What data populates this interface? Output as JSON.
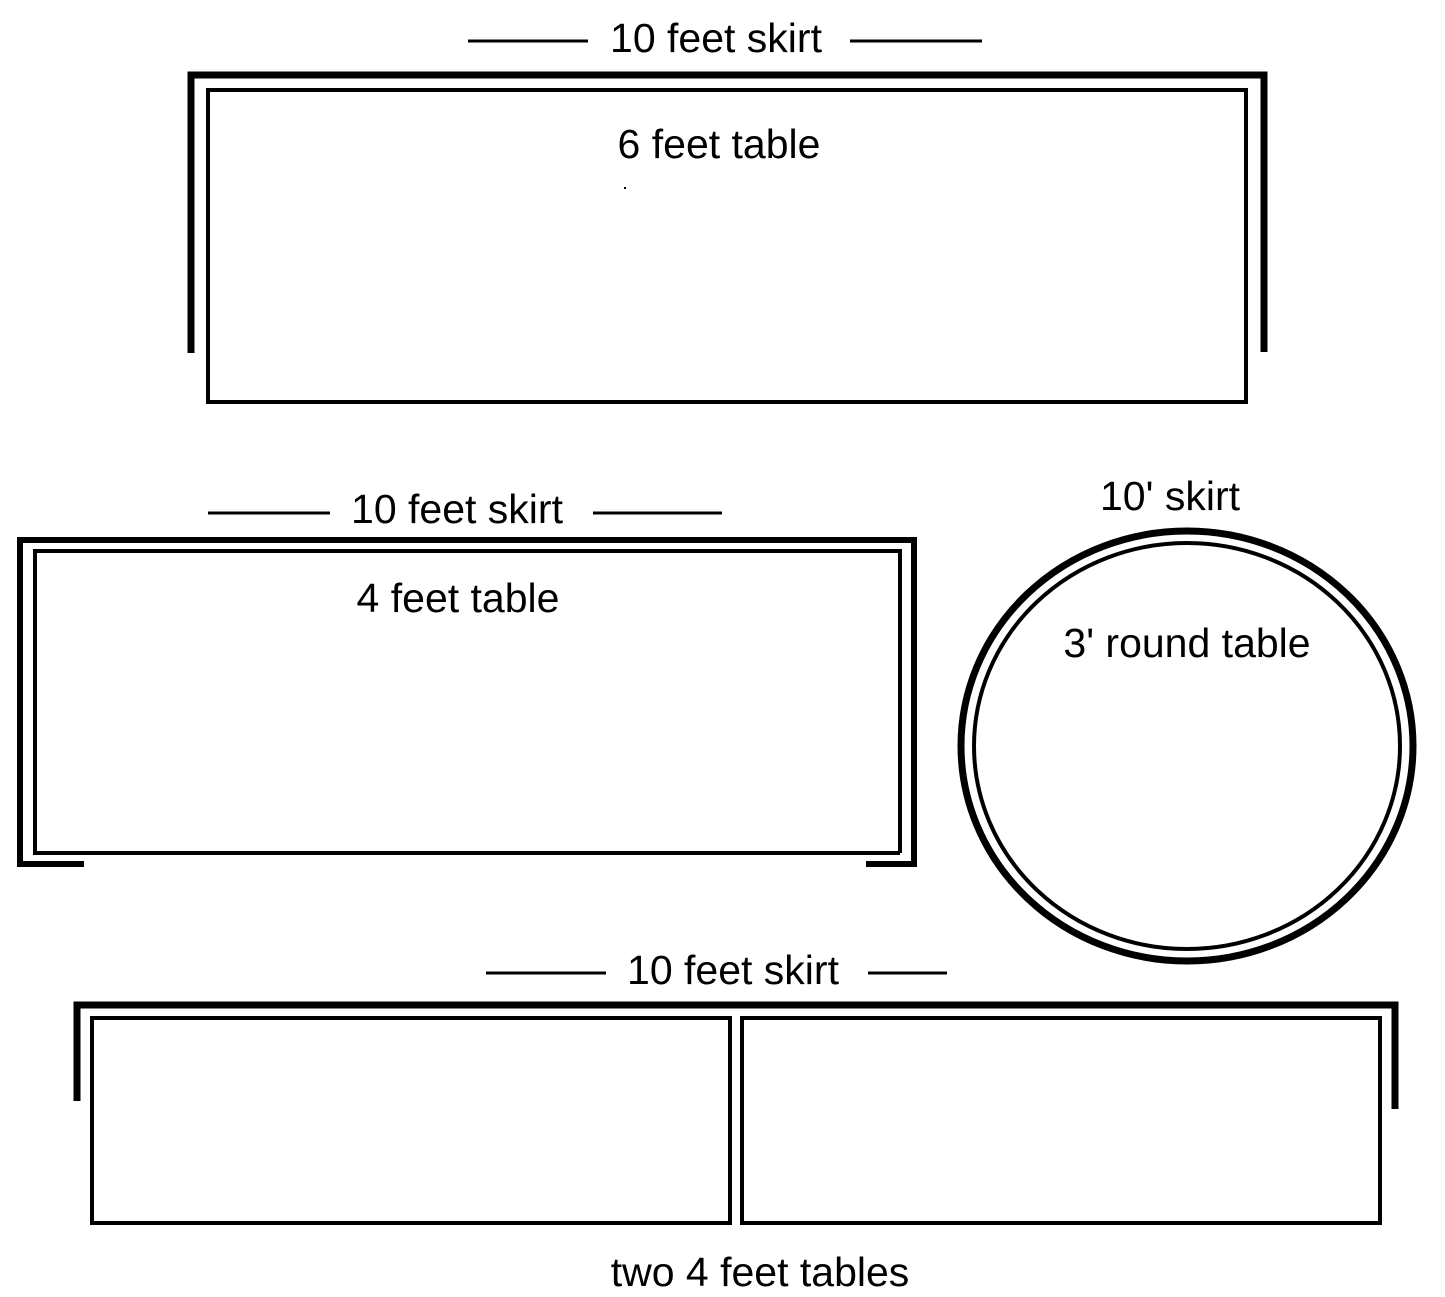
{
  "diagram": {
    "six_foot_setup": {
      "skirt_label": "10 feet skirt",
      "table_label": "6 feet table"
    },
    "four_foot_setup": {
      "skirt_label": "10 feet skirt",
      "table_label": "4 feet table"
    },
    "round_setup": {
      "skirt_label": "10' skirt",
      "table_label": "3' round table"
    },
    "double_four_foot_setup": {
      "skirt_label": "10 feet skirt",
      "caption": "two 4 feet tables"
    }
  },
  "colors": {
    "stroke": "#000000",
    "background": "#ffffff"
  }
}
